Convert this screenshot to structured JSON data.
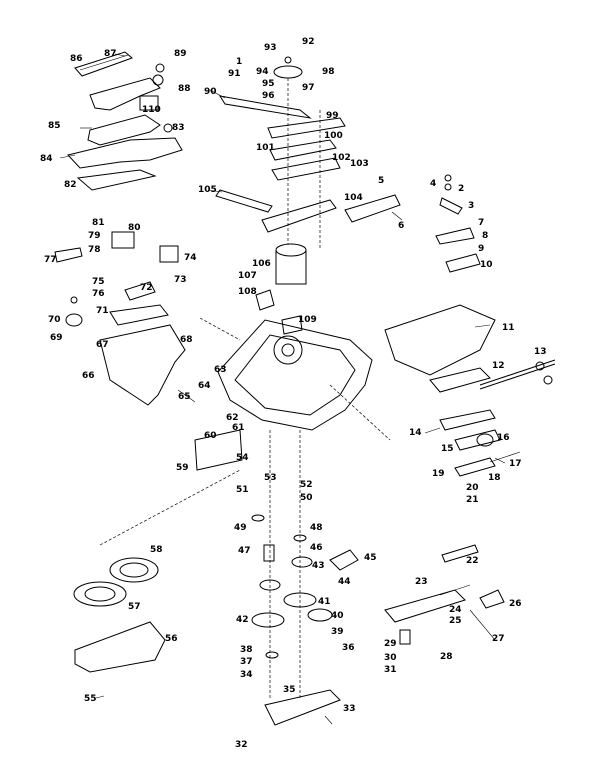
{
  "diagram": {
    "callouts": [
      "1",
      "2",
      "3",
      "4",
      "5",
      "6",
      "7",
      "8",
      "9",
      "10",
      "11",
      "12",
      "13",
      "14",
      "15",
      "16",
      "17",
      "18",
      "19",
      "20",
      "21",
      "22",
      "23",
      "24",
      "25",
      "26",
      "27",
      "28",
      "29",
      "30",
      "31",
      "32",
      "33",
      "34",
      "35",
      "36",
      "37",
      "38",
      "39",
      "40",
      "41",
      "42",
      "43",
      "44",
      "45",
      "46",
      "47",
      "48",
      "49",
      "50",
      "51",
      "52",
      "53",
      "54",
      "55",
      "56",
      "57",
      "58",
      "59",
      "60",
      "61",
      "62",
      "63",
      "64",
      "65",
      "66",
      "67",
      "68",
      "69",
      "70",
      "71",
      "72",
      "73",
      "74",
      "75",
      "76",
      "77",
      "78",
      "79",
      "80",
      "81",
      "82",
      "83",
      "84",
      "85",
      "86",
      "87",
      "88",
      "89",
      "90",
      "91",
      "92",
      "93",
      "94",
      "95",
      "96",
      "97",
      "98",
      "99",
      "100",
      "101",
      "102",
      "103",
      "104",
      "105",
      "106",
      "107",
      "108",
      "109",
      "110"
    ]
  }
}
